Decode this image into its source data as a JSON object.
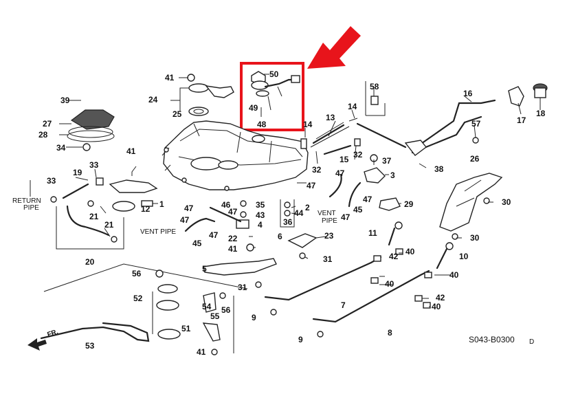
{
  "labels": {
    "return_pipe_1": "RETURN",
    "return_pipe_2": "PIPE",
    "vent_pipe_left": "VENT PIPE",
    "vent_pipe_right_1": "VENT",
    "vent_pipe_right_2": "PIPE",
    "front": "FR.",
    "diagram_code": "S043-B0300",
    "diagram_code_suffix": "D"
  },
  "callouts": {
    "c1": "1",
    "c2": "2",
    "c3": "3",
    "c4": "4",
    "c5": "5",
    "c6": "6",
    "c7": "7",
    "c8": "8",
    "c9a": "9",
    "c9b": "9",
    "c10": "10",
    "c11": "11",
    "c12": "12",
    "c13": "13",
    "c14a": "14",
    "c14b": "14",
    "c15": "15",
    "c16": "16",
    "c17": "17",
    "c18": "18",
    "c19": "19",
    "c20": "20",
    "c21a": "21",
    "c21b": "21",
    "c22": "22",
    "c23": "23",
    "c24": "24",
    "c25": "25",
    "c26": "26",
    "c27": "27",
    "c28": "28",
    "c29": "29",
    "c30a": "30",
    "c30b": "30",
    "c31a": "31",
    "c31b": "31",
    "c32a": "32",
    "c32b": "32",
    "c33a": "33",
    "c33b": "33",
    "c34": "34",
    "c35": "35",
    "c36": "36",
    "c37": "37",
    "c38": "38",
    "c39": "39",
    "c40a": "40",
    "c40b": "40",
    "c40c": "40",
    "c40d": "40",
    "c41a": "41",
    "c41b": "41",
    "c41c": "41",
    "c41d": "41",
    "c42a": "42",
    "c42b": "42",
    "c43": "43",
    "c44": "44",
    "c45a": "45",
    "c45b": "45",
    "c46": "46",
    "c47a": "47",
    "c47b": "47",
    "c47c": "47",
    "c47d": "47",
    "c47e": "47",
    "c47f": "47",
    "c47g": "47",
    "c47h": "47",
    "c48": "48",
    "c49": "49",
    "c50": "50",
    "c51": "51",
    "c52": "52",
    "c53": "53",
    "c54": "54",
    "c55": "55",
    "c56a": "56",
    "c56b": "56",
    "c57": "57",
    "c58": "58"
  },
  "highlight": {
    "box_color": "#e8141b",
    "arrow_color": "#e8141b"
  }
}
